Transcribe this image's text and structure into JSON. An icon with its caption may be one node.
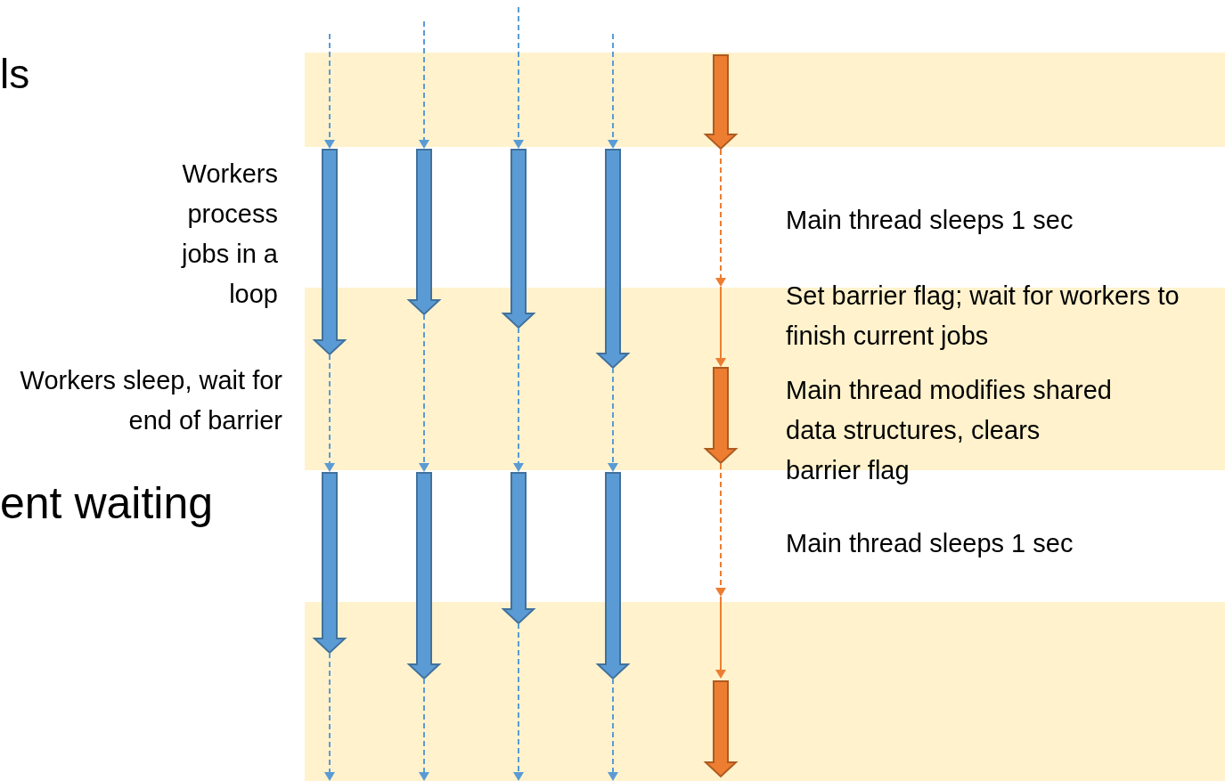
{
  "diagram": {
    "labels": [
      "ls",
      "Workers process jobs in a loop",
      "Main thread sleeps 1 sec",
      "Set barrier flag; wait for workers to finish current jobs",
      "Workers sleep, wait for end of barrier",
      "Main thread modifies shared data structures, clears barrier flag",
      "ent waiting",
      "Main thread sleeps 1 sec"
    ]
  }
}
